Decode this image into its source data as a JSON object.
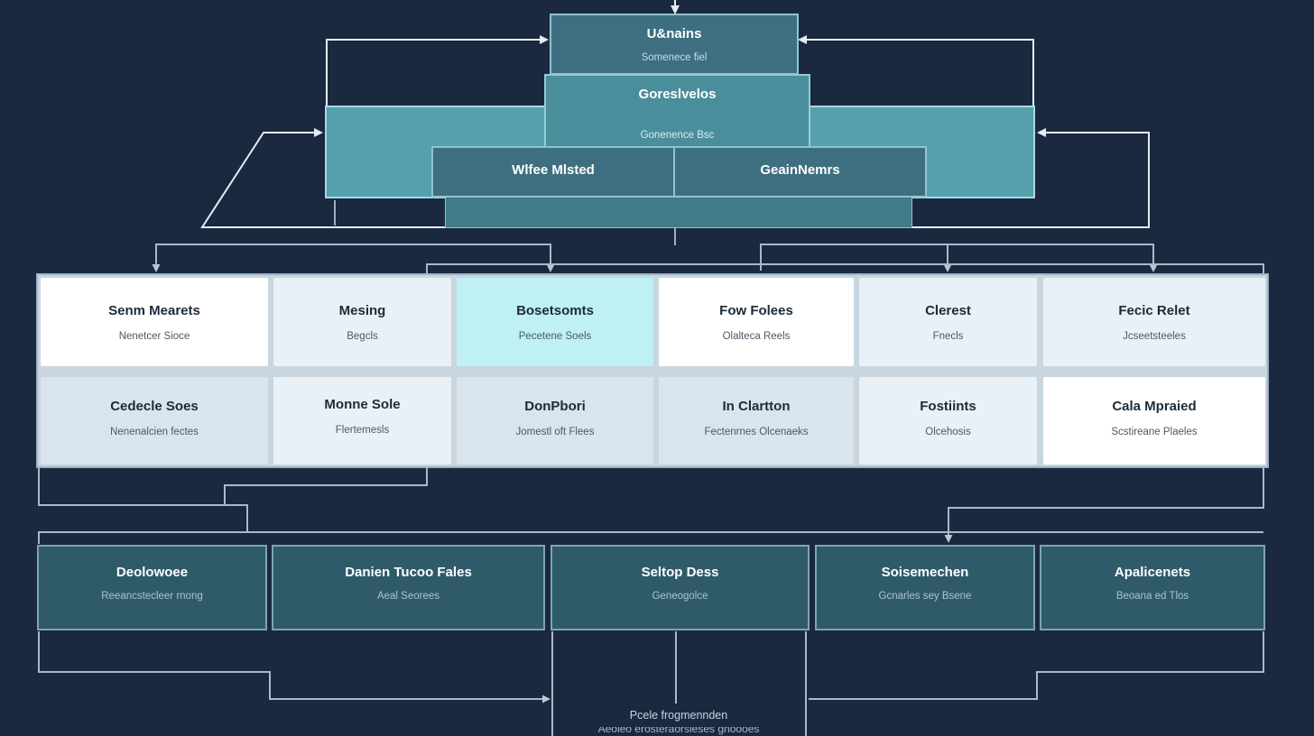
{
  "top": {
    "root": {
      "title": "U&nains",
      "subtitle": "Somenece fiel"
    },
    "middle": {
      "title": "Goreslvelos",
      "subtitle": "Gonenence Bsc"
    },
    "left_box": {
      "title": "Wlfee Mlsted"
    },
    "right_box": {
      "title": "GeainNemrs"
    }
  },
  "grid": {
    "rows": [
      [
        {
          "title": "Senm Mearets",
          "subtitle": "Nenetcer Sioce"
        },
        {
          "title": "Mesing",
          "subtitle": "Begcls"
        },
        {
          "title": "Bosetsomts",
          "subtitle": "Pecetene Soels"
        },
        {
          "title": "Fow Folees",
          "subtitle": "Olalteca Reels"
        },
        {
          "title": "Clerest",
          "subtitle": "Fnecls"
        },
        {
          "title": "Fecic Relet",
          "subtitle": "Jcseetsteeles"
        }
      ],
      [
        {
          "title": "Cedecle Soes",
          "subtitle": "Nenenalcien fectes"
        },
        {
          "title": "Monne Sole",
          "subtitle": "Flertemesls"
        },
        {
          "title": "DonPbori",
          "subtitle": "Jomestl oft Flees"
        },
        {
          "title": "In Clartton",
          "subtitle": "Fectenrnes Olcenaeks"
        },
        {
          "title": "Fostiints",
          "subtitle": "Olcehosis"
        },
        {
          "title": "Cala Mpraied",
          "subtitle": "Scstireane Plaeles"
        }
      ]
    ]
  },
  "bottom": [
    {
      "title": "Deolowoee",
      "subtitle": "Reeancstecleer rnong"
    },
    {
      "title": "Danien Tucoo Fales",
      "subtitle": "Aeal Seorees"
    },
    {
      "title": "Seltop Dess",
      "subtitle": "Geneogolce"
    },
    {
      "title": "Soisemechen",
      "subtitle": "Gcnarles sey Bsene"
    },
    {
      "title": "Apalicenets",
      "subtitle": "Beoana ed Tlos"
    }
  ],
  "footer": {
    "line1": "Pcele frogmennden",
    "line2": "Aeoleo erosteraorsleses gnoooes"
  },
  "colors": {
    "background": "#1a2940",
    "connector": "#dce6ee",
    "connector_dim": "#9db0bf",
    "teal_dark": "#3e6f80",
    "teal_mid": "#4b8e9b",
    "teal_wide": "#56a0ad",
    "cell_white": "#ffffff",
    "cell_pale": "#e9f0f6",
    "cell_grey": "#d9e4ec",
    "cell_highlight": "#bff0f4",
    "bottom_box": "#2f5a6a"
  }
}
